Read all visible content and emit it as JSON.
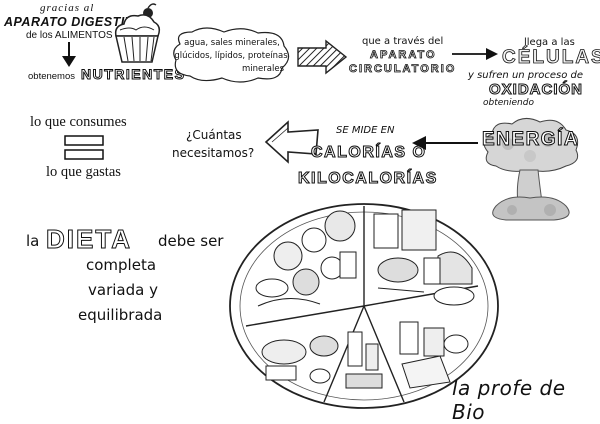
{
  "header": {
    "intro_italic": "gracias al",
    "system_name": "APARATO DIGESTIVO",
    "of_foods": "de los ALIMENTOS"
  },
  "nutrients": {
    "we_obtain": "obtenemos",
    "word": "NUTRIENTES",
    "list_line1": "agua, sales minerales,",
    "list_line2": "glúcidos, lípidos, proteínas",
    "list_line3": "minerales"
  },
  "circulatory": {
    "line1": "que a través del",
    "line2": "APARATO",
    "line3": "CIRCULATORIO"
  },
  "cells": {
    "line1": "llega a las",
    "word": "CÉLULAS",
    "line2": "y sufren un proceso de",
    "process": "OXIDACIÓN",
    "line3": "obteniendo"
  },
  "energy": {
    "word": "ENERGÍA"
  },
  "measure": {
    "line1": "SE MIDE EN",
    "line2": "CALORÍAS O",
    "line3": "KILOCALORÍAS"
  },
  "question": {
    "line1": "¿Cuántas",
    "line2": "necesitamos?"
  },
  "balance": {
    "consume": "lo que consumes",
    "spend": "lo que gastas"
  },
  "diet": {
    "la": "la",
    "word": "DIETA",
    "must_be": "debe ser",
    "q1": "completa",
    "q2": "variada y",
    "q3": "equilibrada"
  },
  "credit": {
    "text": "la profe de Bio"
  },
  "icons": [
    "cupcake-icon",
    "down-arrow-icon",
    "striped-arrow-icon",
    "arrow-right-icon",
    "arrow-left-icon",
    "outline-arrow-icon",
    "equals-icon",
    "mushroom-cloud-icon",
    "food-plate-icon"
  ]
}
